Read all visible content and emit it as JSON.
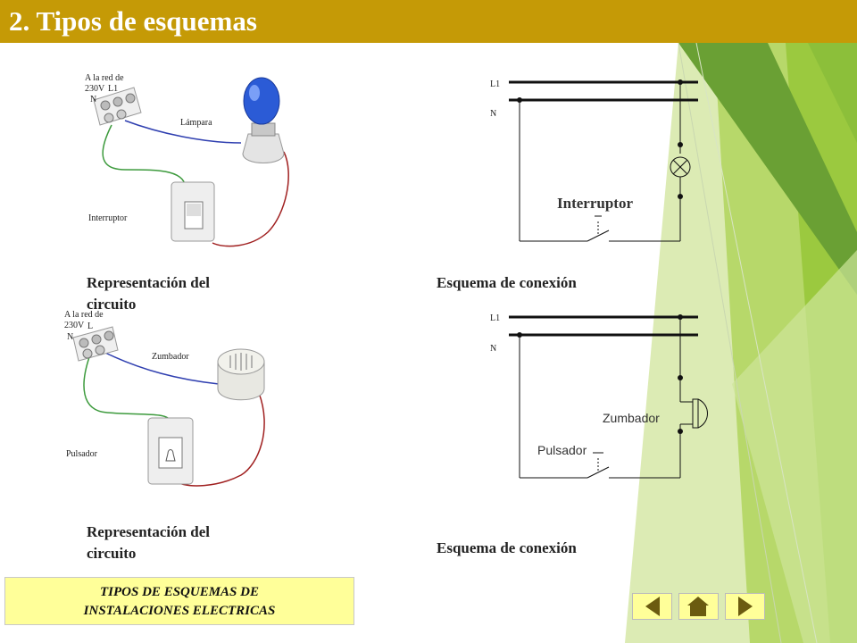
{
  "header": {
    "title": "2. Tipos de esquemas"
  },
  "top_circuit": {
    "red_label": "A la red de 230V",
    "terminal_l1": "L1",
    "terminal_n": "N",
    "lamp_label": "Lámpara",
    "switch_label": "Interruptor",
    "caption": "Representación del circuito"
  },
  "top_schematic": {
    "line_l1": "L1",
    "line_n": "N",
    "switch_label": "Interruptor",
    "caption": "Esquema de conexión"
  },
  "bottom_circuit": {
    "red_label": "A la red de 230V",
    "terminal_l1": "L",
    "terminal_n": "N",
    "buzzer_label": "Zumbador",
    "pushbutton_label": "Pulsador",
    "caption": "Representación del circuito"
  },
  "bottom_schematic": {
    "line_l1": "L1",
    "line_n": "N",
    "buzzer_label": "Zumbador",
    "pushbutton_label": "Pulsador",
    "caption": "Esquema de conexión"
  },
  "footer": {
    "line1": "TIPOS DE ESQUEMAS DE",
    "line2": "INSTALACIONES ELECTRICAS"
  },
  "nav": {
    "icons": [
      "previous-arrow-icon",
      "home-icon",
      "next-arrow-icon"
    ]
  },
  "colors": {
    "header_bg": "#c59a06",
    "green_light": "#a7cf52",
    "green_dark": "#5f8f2c",
    "footer_bg": "#ffff99",
    "wire_blue": "#2f3fb0",
    "wire_green": "#3c9a3c",
    "wire_red": "#a02020"
  }
}
